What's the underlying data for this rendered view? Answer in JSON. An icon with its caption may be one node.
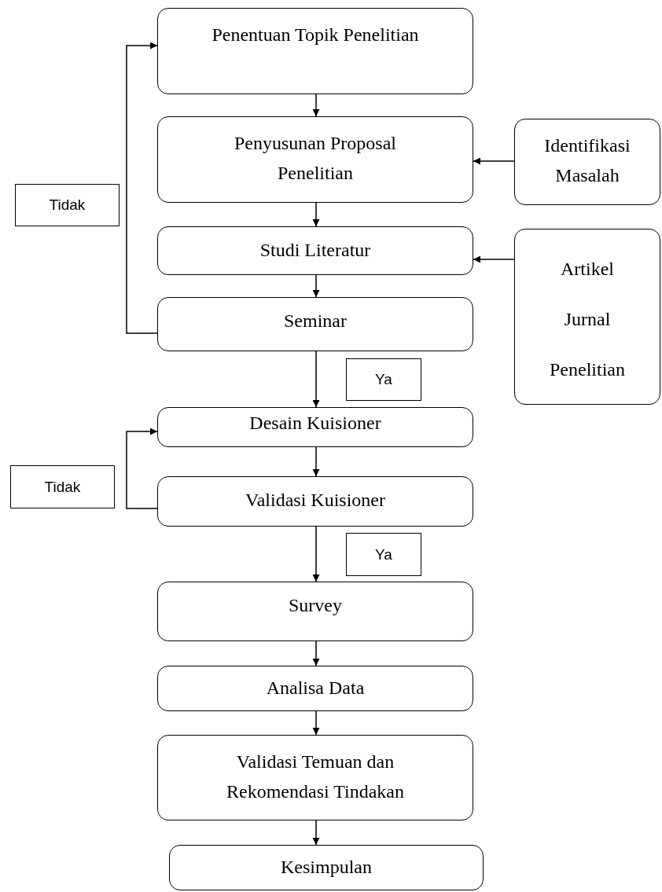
{
  "diagram": {
    "nodes": [
      {
        "text": [
          "Penentuan Topik Penelitian"
        ]
      },
      {
        "text": [
          "Penyusunan Proposal Penelitian"
        ]
      },
      {
        "text": [
          "Identifikasi Masalah"
        ]
      },
      {
        "text": [
          "Studi Literatur"
        ]
      },
      {
        "text": [
          "Artikel Jurnal Penelitian"
        ]
      },
      {
        "text": [
          "Tidak"
        ]
      },
      {
        "text": [
          "Seminar"
        ]
      },
      {
        "text": [
          "Ya"
        ]
      },
      {
        "text": [
          "Desain Kuisioner"
        ]
      },
      {
        "text": [
          "Tidak"
        ]
      },
      {
        "text": [
          "Validasi Kuisioner"
        ]
      },
      {
        "text": [
          "Ya"
        ]
      },
      {
        "text": [
          "Survey"
        ]
      },
      {
        "text": [
          "Analisa Data"
        ]
      },
      {
        "text": [
          "Validasi Temuan dan Rekomendasi Tindakan"
        ]
      },
      {
        "text": [
          "Kesimpulan"
        ]
      }
    ],
    "edges": [
      {
        "from": 0,
        "to": 1,
        "arrow": "to"
      },
      {
        "from": 2,
        "to": 1,
        "arrow": "to"
      },
      {
        "from": 1,
        "to": 3,
        "arrow": "to"
      },
      {
        "from": 4,
        "to": 3,
        "arrow": "to"
      },
      {
        "from": 3,
        "to": 6,
        "arrow": "to"
      },
      {
        "from": 6,
        "to": 0,
        "arrow": "to"
      },
      {
        "from": 6,
        "to": 8,
        "arrow": "to"
      },
      {
        "from": 8,
        "to": 10,
        "arrow": "to"
      },
      {
        "from": 10,
        "to": 8,
        "arrow": "to"
      },
      {
        "from": 10,
        "to": 12,
        "arrow": "to"
      },
      {
        "from": 12,
        "to": 13,
        "arrow": "to"
      },
      {
        "from": 13,
        "to": 14,
        "arrow": "to"
      },
      {
        "from": 14,
        "to": 15,
        "arrow": "to"
      }
    ]
  }
}
